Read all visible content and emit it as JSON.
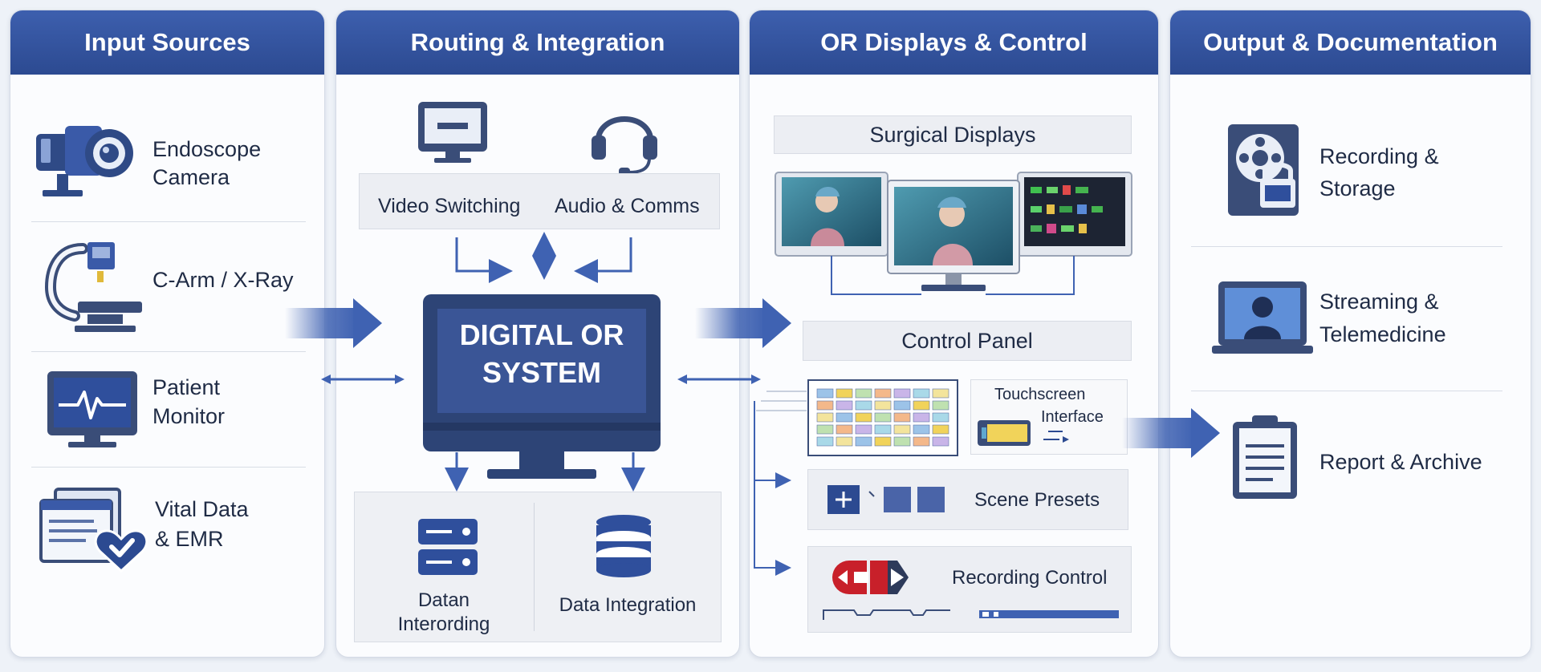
{
  "columns": {
    "input": {
      "title": "Input Sources",
      "items": [
        {
          "line1": "Endoscope",
          "line2": "Camera"
        },
        {
          "line1": "C-Arm / X-Ray",
          "line2": ""
        },
        {
          "line1": "Patient",
          "line2": "Monitor"
        },
        {
          "line1": "Vital Data",
          "line2": "& EMR"
        }
      ]
    },
    "routing": {
      "title": "Routing & Integration",
      "video_switching": "Video Switching",
      "audio_comms": "Audio & Comms",
      "core_line1": "DIGITAL OR",
      "core_line2": "SYSTEM",
      "datan_line1": "Datan",
      "datan_line2": "Interording",
      "data_integration": "Data Integration"
    },
    "displays": {
      "title": "OR Displays & Control",
      "surgical_displays": "Surgical Displays",
      "control_panel": "Control Panel",
      "touchscreen": "Touchscreen",
      "interface": "Interface",
      "scene_presets": "Scene Presets",
      "recording_control": "Recording Control"
    },
    "output": {
      "title": "Output & Documentation",
      "items": [
        {
          "line1": "Recording &",
          "line2": "Storage"
        },
        {
          "line1": "Streaming &",
          "line2": "Telemedicine"
        },
        {
          "line1": "Report & Archive",
          "line2": ""
        }
      ]
    }
  },
  "colors": {
    "header": "#2c4a91",
    "accent": "#3a5aa8",
    "arrow": "#3f62b2"
  }
}
